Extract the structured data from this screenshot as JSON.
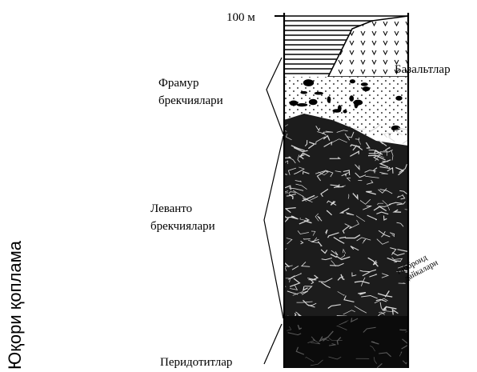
{
  "figure": {
    "scale_label": "100 м",
    "side_label": "Юқори қоплама",
    "labels": {
      "basalts": "Базальтлар",
      "framur_1": "Фрамур",
      "framur_2": "брекчиялари",
      "levanto_1": "Леванто",
      "levanto_2": "брекчиялари",
      "gabbro_1": "габброид",
      "gabbro_2": "дайкалари",
      "peridotites": "Перидотитлар"
    }
  }
}
